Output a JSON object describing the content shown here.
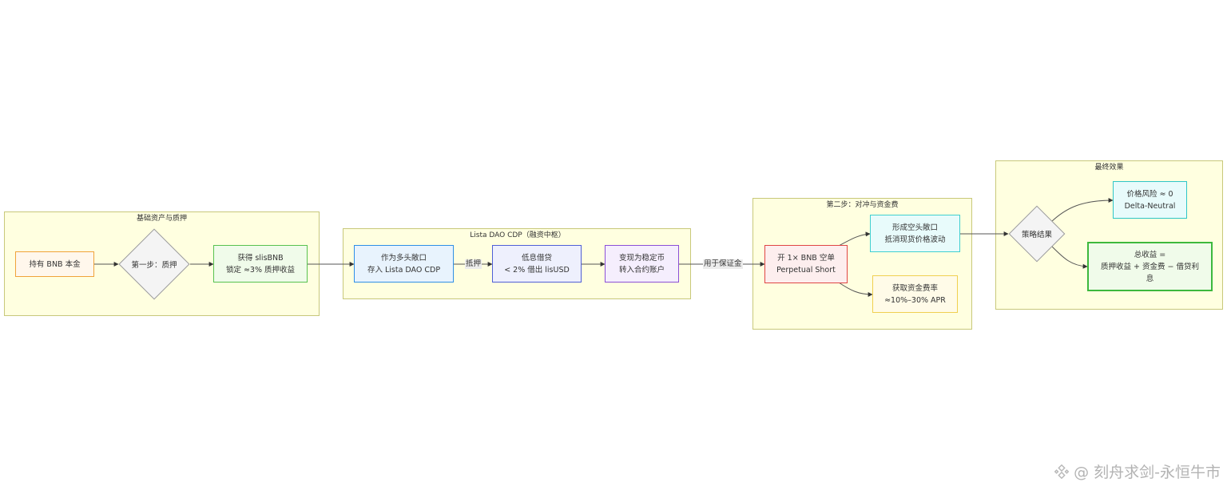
{
  "clusters": {
    "base": {
      "title": "基础资产与质押"
    },
    "cdp": {
      "title": "Lista DAO CDP（融资中枢）"
    },
    "hedge": {
      "title": "第二步：对冲与资金费"
    },
    "result": {
      "title": "最终效果"
    }
  },
  "nodes": {
    "hold": {
      "line1": "持有 BNB 本金"
    },
    "stake": {
      "label": "第一步：质押"
    },
    "slis": {
      "line1": "获得 slisBNB",
      "line2": "锁定 ≈3% 质押收益"
    },
    "deposit": {
      "line1": "作为多头敞口",
      "line2": "存入 Lista DAO CDP"
    },
    "borrow": {
      "line1": "低息借贷",
      "line2": "< 2% 借出 lisUSD"
    },
    "convert": {
      "line1": "变现为稳定币",
      "line2": "转入合约账户"
    },
    "short": {
      "line1": "开 1× BNB 空单",
      "line2": "Perpetual Short"
    },
    "hedgepos": {
      "line1": "形成空头敞口",
      "line2": "抵消现货价格波动"
    },
    "funding": {
      "line1": "获取资金费率",
      "line2": "≈10%–30% APR"
    },
    "strategy": {
      "label": "策略结果"
    },
    "risk": {
      "line1": "价格风险 ≈ 0",
      "line2": "Delta-Neutral"
    },
    "total": {
      "line1": "总收益 =",
      "line2": "质押收益 + 资金费 − 借贷利",
      "line3": "息"
    }
  },
  "edge_labels": {
    "collateral": "抵押",
    "margin": "用于保证金"
  },
  "colors": {
    "cluster_fill": "#ffffe0",
    "hold": "#f0a33a",
    "slis": "#58c24f",
    "deposit": "#2f8fe6",
    "borrow": "#4f5fd6",
    "convert": "#8b4fd6",
    "short": "#e04545",
    "hedgepos": "#3fcfcf",
    "funding": "#f0d050",
    "risk": "#2fc6c6",
    "total": "#3db83d"
  },
  "watermark": {
    "text": "@ 刻舟求剑-永恒牛市"
  }
}
